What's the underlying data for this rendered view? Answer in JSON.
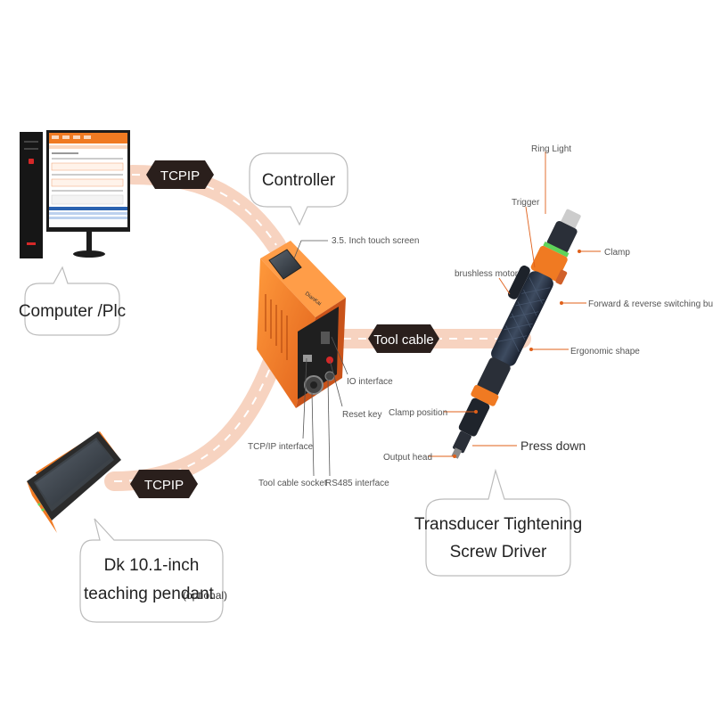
{
  "labels": {
    "controller": "Controller",
    "computer": "Computer /Plc",
    "pendant_line1": "Dk 10.1-inch",
    "pendant_line2": "teaching pendant",
    "pendant_optional": "(optional)",
    "driver_line1": "Transducer Tightening",
    "driver_line2": "Screw Driver",
    "tcpip_top": "TCPIP",
    "tcpip_bottom": "TCPIP",
    "tool_cable": "Tool cable"
  },
  "controller_callouts": {
    "touch_screen": "3.5. Inch touch screen",
    "io_interface": "IO interface",
    "reset_key": "Reset key",
    "tcpip_interface": "TCP/IP interface",
    "tool_cable_socket": "Tool cable socket",
    "rs485_interface": "RS485 interface",
    "brand": "DianKai"
  },
  "driver_callouts": {
    "ring_light": "Ring Light",
    "trigger": "Trigger",
    "clamp": "Clamp",
    "brushless_motor": "brushless motor",
    "forward_reverse": "Forward & reverse switching button",
    "ergonomic_shape": "Ergonomic shape",
    "clamp_position": "Clamp position",
    "press_down": "Press down",
    "output_head": "Output head"
  },
  "colors": {
    "accent_orange": "#f07a22",
    "cable_pink": "#f6cbb5",
    "tag_dark": "#2a1f1c",
    "driver_dark": "#2f3a4a",
    "ring_green": "#5fd35a"
  }
}
